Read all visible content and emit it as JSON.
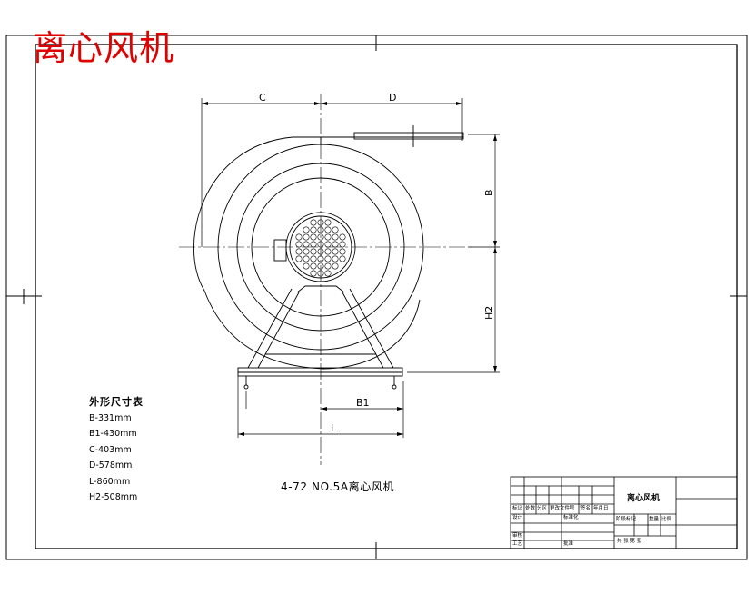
{
  "drawing": {
    "title": "离心风机",
    "model_caption": "4-72 NO.5A离心风机",
    "dimension_labels": {
      "c": "C",
      "d": "D",
      "b": "B",
      "h2": "H2",
      "b1": "B1",
      "l": "L"
    }
  },
  "spec_table": {
    "heading": "外形尺寸表",
    "rows": [
      "B-331mm",
      "B1-430mm",
      "C-403mm",
      "D-578mm",
      "L-860mm",
      "H2-508mm"
    ]
  },
  "title_block": {
    "name": "离心风机",
    "header_cells": [
      "标记",
      "处数",
      "分区",
      "更改文件号",
      "签名",
      "年月日"
    ],
    "design_label": "设计",
    "standard_label": "标准化",
    "stage_labels": [
      "阶段标记",
      "重量",
      "比例"
    ],
    "review_label": "审核",
    "process_label": "工艺",
    "approve_label": "批准",
    "sheets_text": "共  张  第  张"
  },
  "colors": {
    "title_red": "#e00000",
    "line": "#000000",
    "background": "#ffffff"
  }
}
